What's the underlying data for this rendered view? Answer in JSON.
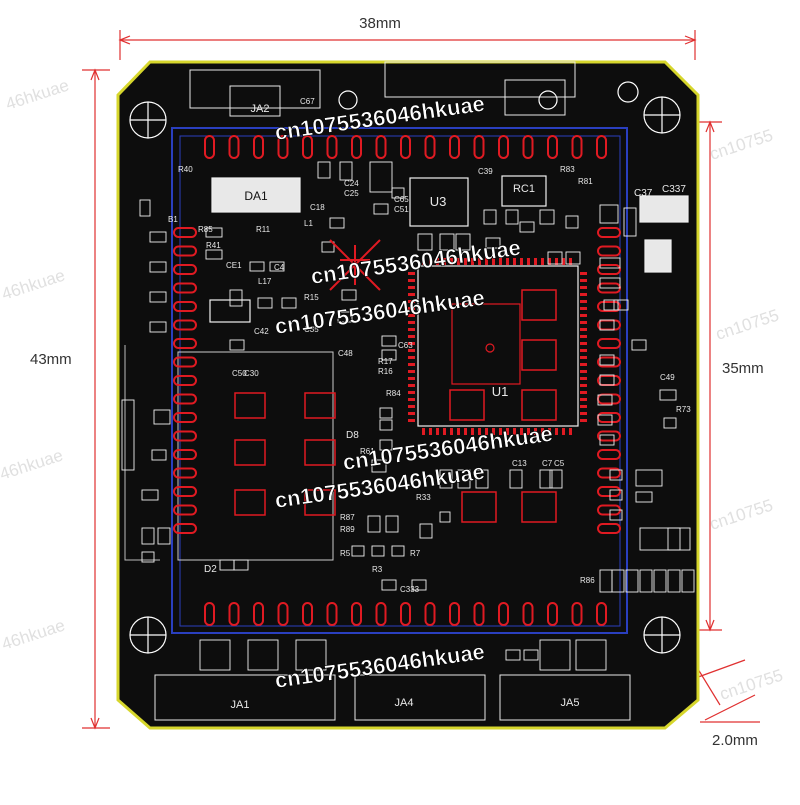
{
  "dimensions": {
    "width": "38mm",
    "height": "43mm",
    "inner_height": "35mm",
    "hole": "2.0mm"
  },
  "components": {
    "u1": "U1",
    "u3": "U3",
    "da1": "DA1",
    "rc1": "RC1",
    "ja1": "JA1",
    "ja2": "JA2",
    "ja4": "JA4",
    "ja5": "JA5",
    "d2": "D2",
    "d8": "D8",
    "r40": "R40",
    "r41": "R41",
    "r85": "R85",
    "r86": "R86",
    "r87": "R87",
    "r89": "R89",
    "r84": "R84",
    "r61": "R61",
    "r33": "R33",
    "r16": "R16",
    "r17": "R17",
    "r15": "R15",
    "r7": "R7",
    "r5": "R5",
    "r3": "R3",
    "r11": "R11",
    "r73": "R73",
    "r81": "R81",
    "r83": "R83",
    "c337": "C337",
    "c333": "C333",
    "c39": "C39",
    "c49": "C49",
    "c50": "C50",
    "c30": "C30",
    "c65": "C65",
    "c51": "C51",
    "c18": "C18",
    "c24": "C24",
    "c25": "C25",
    "c63": "C63",
    "c42": "C42",
    "c35": "C35",
    "c48": "C48",
    "c13": "C13",
    "c5": "C5",
    "c7": "C7",
    "c67": "C67",
    "c37": "C37",
    "c4": "C4",
    "ce1": "CE1",
    "l1": "L1",
    "l17": "L17",
    "b1": "B1"
  },
  "watermarks": {
    "main": "cn1075536046hkuae",
    "side_left": "46hkuae",
    "side_right": "cn10755"
  },
  "colors": {
    "board": "#0d0d0d",
    "outline": "#d6d62c",
    "pad": "#e01a22",
    "silk": "#f0f0f0",
    "trace": "#2a3fbf",
    "dimension": "#e03030"
  }
}
